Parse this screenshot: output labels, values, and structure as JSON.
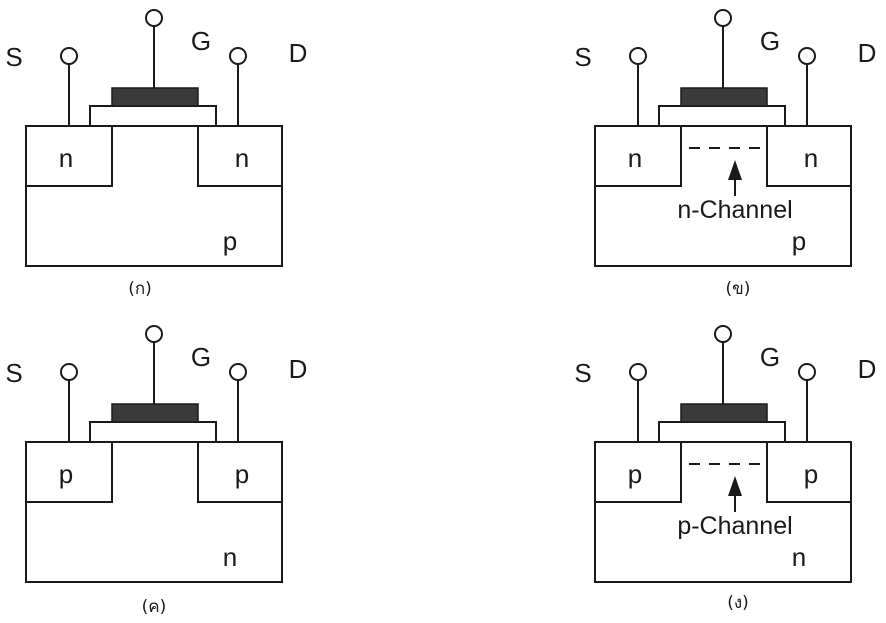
{
  "diagrams": [
    {
      "source": "S",
      "gate": "G",
      "drain": "D",
      "left_region": "n",
      "right_region": "n",
      "substrate": "p",
      "has_channel": false,
      "channel_label": "",
      "caption": "(ก)"
    },
    {
      "source": "S",
      "gate": "G",
      "drain": "D",
      "left_region": "n",
      "right_region": "n",
      "substrate": "p",
      "has_channel": true,
      "channel_label": "n-Channel",
      "caption": "(ข)"
    },
    {
      "source": "S",
      "gate": "G",
      "drain": "D",
      "left_region": "p",
      "right_region": "p",
      "substrate": "n",
      "has_channel": false,
      "channel_label": "",
      "caption": "(ค)"
    },
    {
      "source": "S",
      "gate": "G",
      "drain": "D",
      "left_region": "p",
      "right_region": "p",
      "substrate": "n",
      "has_channel": true,
      "channel_label": "p-Channel",
      "caption": "(ง)"
    }
  ],
  "colors": {
    "line": "#1a1a1a",
    "gate_metal": "#3a3a3a",
    "background": "#ffffff"
  }
}
